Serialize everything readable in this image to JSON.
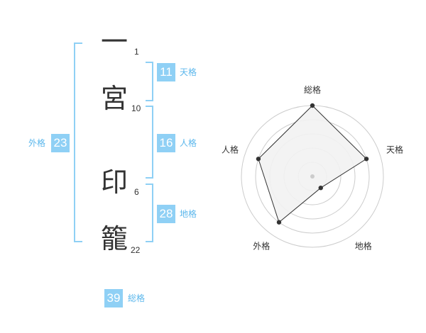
{
  "name": {
    "chars": [
      {
        "char": "一",
        "strokes": "1"
      },
      {
        "char": "宮",
        "strokes": "10"
      },
      {
        "char": "印",
        "strokes": "6"
      },
      {
        "char": "籠",
        "strokes": "22"
      }
    ]
  },
  "grades": {
    "tenkaku": {
      "value": "11",
      "label": "天格"
    },
    "jinkaku": {
      "value": "16",
      "label": "人格"
    },
    "chikaku": {
      "value": "28",
      "label": "地格"
    },
    "gaikaku": {
      "value": "23",
      "label": "外格"
    },
    "soukaku": {
      "value": "39",
      "label": "総格"
    }
  },
  "chart_data": {
    "type": "radar",
    "axes": [
      "総格",
      "天格",
      "地格",
      "外格",
      "人格"
    ],
    "values": [
      5,
      4,
      1,
      4,
      4
    ],
    "range": [
      0,
      5
    ],
    "rings": 5,
    "fill_color": "#f2f2f2",
    "line_color": "#333333",
    "ring_color": "#cccccc"
  },
  "colors": {
    "accent": "#8fd0f5",
    "label": "#5bb7ec"
  }
}
